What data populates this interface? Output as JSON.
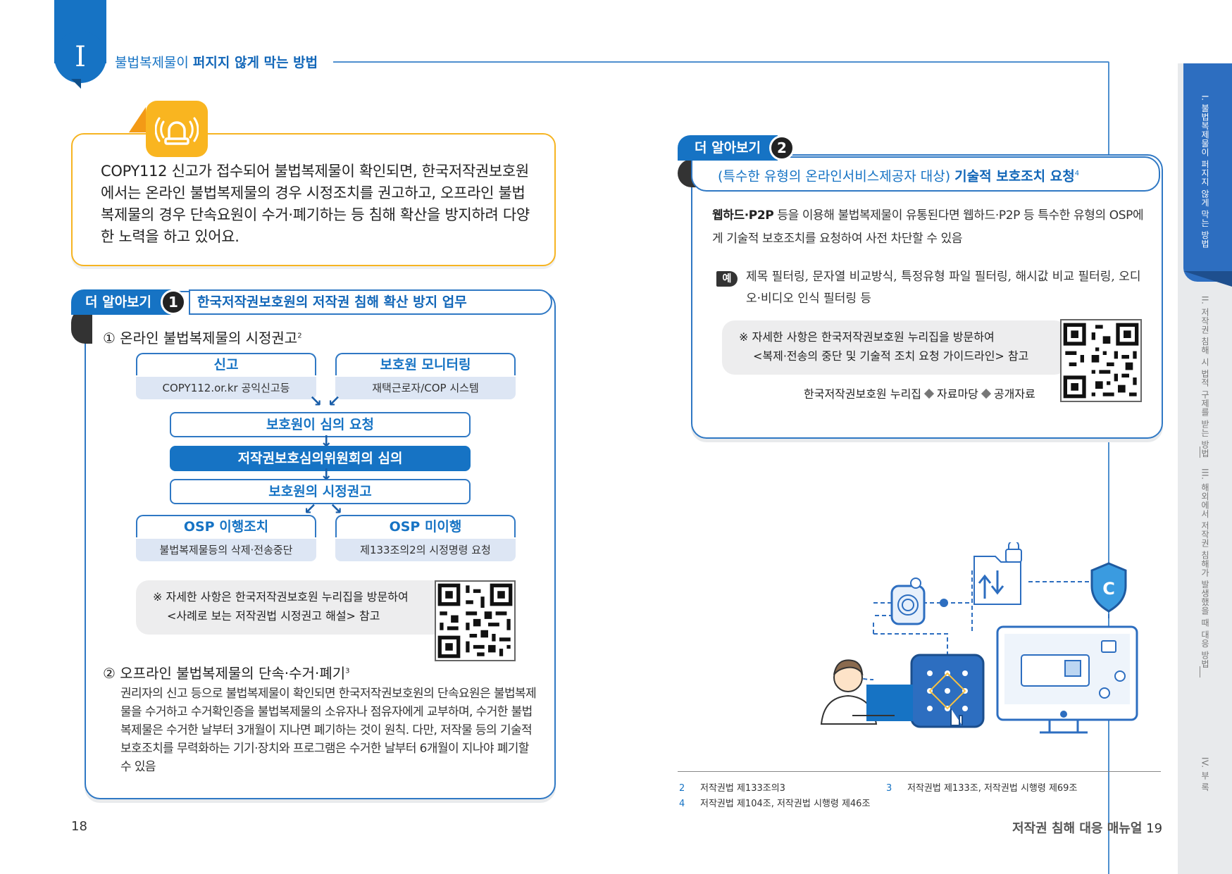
{
  "chapter": {
    "numeral": "I",
    "title_normal": "불법복제물이 ",
    "title_bold": "퍼지지 않게 막는 방법"
  },
  "side_index": [
    {
      "label": "I. 불법복제물이 퍼지지 않게 막는 방법",
      "active": true
    },
    {
      "label": "II. 저작권 침해 시 법적 구제를 받는 방법",
      "active": false
    },
    {
      "label": "III. 해외에서 저작권 침해가 발생했을 때 대응 방법",
      "active": false
    },
    {
      "label": "IV. 부 록",
      "active": false
    }
  ],
  "intro": {
    "text": "COPY112 신고가 접수되어 불법복제물이 확인되면, 한국저작권보호원에서는 온라인 불법복제물의 경우 시정조치를 권고하고, 오프라인 불법복제물의 경우 단속요원이 수거·폐기하는 등 침해 확산을 방지하려 다양한 노력을 하고 있어요."
  },
  "box1": {
    "tag": "더 알아보기",
    "number": "1",
    "title": "한국저작권보호원의 저작권 침해 확산 방지 업무",
    "section1": {
      "heading": "① 온라인 불법복제물의 시정권고",
      "ref": "2"
    },
    "flow": {
      "report_title": "신고",
      "report_sub": "COPY112.or.kr 공익신고등",
      "monitor_title": "보호원 모니터링",
      "monitor_sub": "재택근로자/COP 시스템",
      "request": "보호원이 심의 요청",
      "review": "저작권보호심의위원회의 심의",
      "recommend": "보호원의 시정권고",
      "comply_title": "OSP 이행조치",
      "comply_sub": "불법복제물등의 삭제·전송중단",
      "noncomply_title": "OSP 미이행",
      "noncomply_sub": "제133조의2의 시정명령 요청"
    },
    "note": {
      "line1": "※ 자세한 사항은 한국저작권보호원 누리집을 방문하여",
      "line2": "<사례로 보는 저작권법 시정권고 해설> 참고"
    },
    "section2": {
      "heading": "② 오프라인 불법복제물의 단속·수거·폐기",
      "ref": "3"
    },
    "offline_text": "권리자의 신고 등으로 불법복제물이 확인되면 한국저작권보호원의 단속요원은 불법복제물을 수거하고 수거확인증을 불법복제물의 소유자나 점유자에게 교부하며, 수거한 불법복제물은 수거한 날부터 3개월이 지나면 폐기하는 것이 원칙. 다만, 저작물 등의 기술적 보호조치를 무력화하는 기기·장치와 프로그램은 수거한 날부터 6개월이 지나야 폐기할 수 있음"
  },
  "box2": {
    "tag": "더 알아보기",
    "number": "2",
    "title_normal": "(특수한 유형의 온라인서비스제공자 대상) ",
    "title_bold": "기술적 보호조치 요청",
    "ref": "4",
    "body_bold": "웹하드·P2P",
    "body_rest": " 등을 이용해 불법복제물이 유통된다면 웹하드·P2P 등 특수한 유형의 OSP에게 기술적 보호조치를 요청하여 사전 차단할 수 있음",
    "example_badge": "예",
    "example_text": "제목 필터링, 문자열 비교방식, 특정유형 파일 필터링, 해시값 비교 필터링, 오디오·비디오 인식 필터링 등",
    "note": {
      "line1": "※ 자세한 사항은 한국저작권보호원 누리집을 방문하여",
      "line2": "<복제·전송의 중단 및 기술적 조치 요청 가이드라인> 참고"
    },
    "path": [
      "한국저작권보호원 누리집",
      "자료마당",
      "공개자료"
    ]
  },
  "footnotes": [
    {
      "num": "2",
      "text": "저작권법 제133조의3"
    },
    {
      "num": "3",
      "text": "저작권법 제133조, 저작권법 시행령 제69조"
    },
    {
      "num": "4",
      "text": "저작권법 제104조, 저작권법 시행령 제46조"
    }
  ],
  "pages": {
    "left": "18",
    "right_title": "저작권 침해 대응 매뉴얼",
    "right_number": "19"
  },
  "colors": {
    "primary": "#1673c4",
    "accent_yellow": "#f9b520",
    "light_blue": "#dde6f4",
    "note_gray": "#ededee"
  }
}
